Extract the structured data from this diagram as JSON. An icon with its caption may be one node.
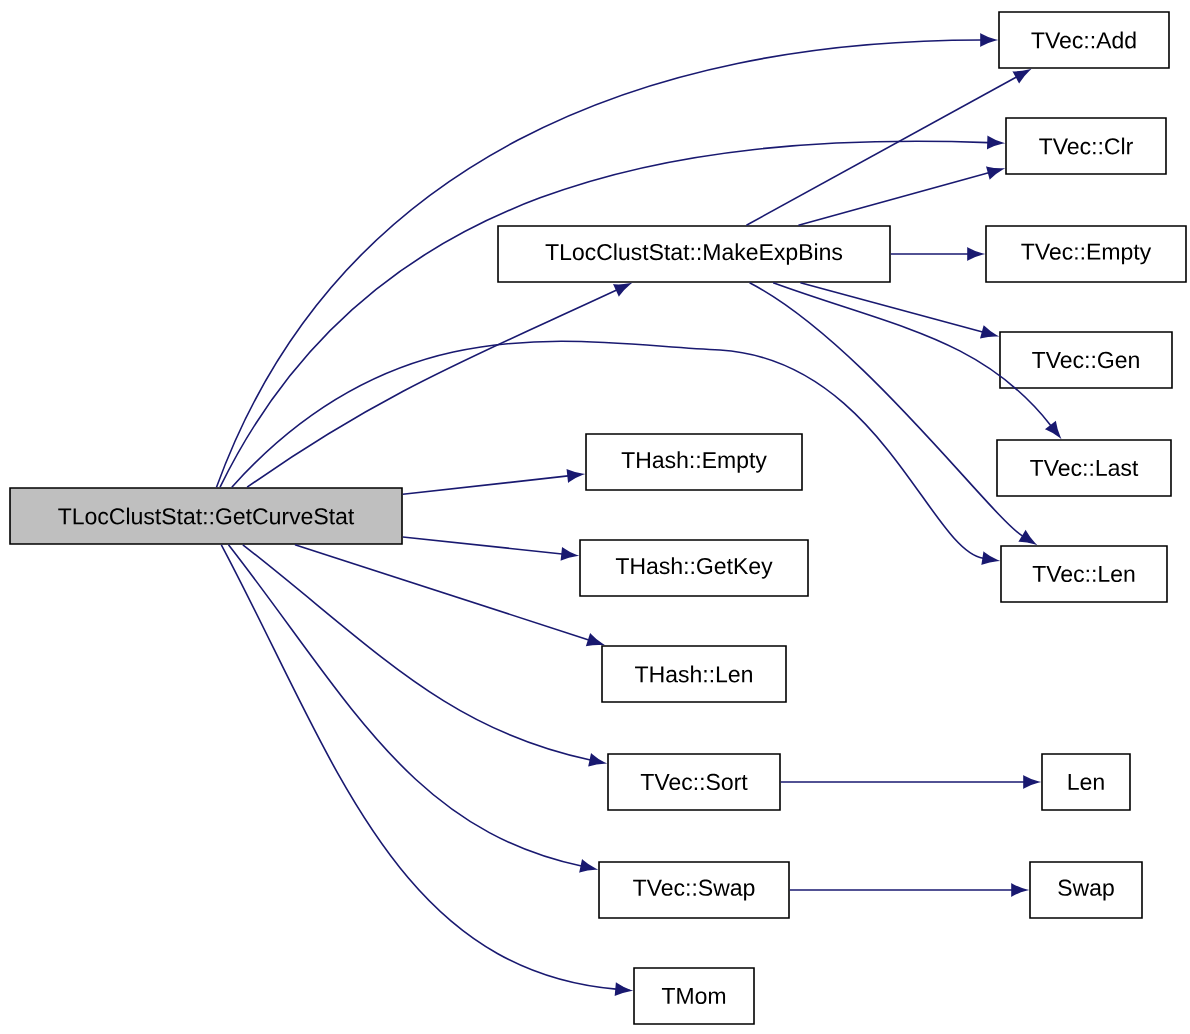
{
  "diagram": {
    "nodes": [
      {
        "text": [
          "TLocClustStat::GetCurveStat"
        ]
      },
      {
        "text": [
          "TLocClustStat::MakeExpBins"
        ]
      },
      {
        "text": [
          "TVec::Add"
        ]
      },
      {
        "text": [
          "TVec::Clr"
        ]
      },
      {
        "text": [
          "TVec::Empty"
        ]
      },
      {
        "text": [
          "TVec::Gen"
        ]
      },
      {
        "text": [
          "TVec::Last"
        ]
      },
      {
        "text": [
          "TVec::Len"
        ]
      },
      {
        "text": [
          "THash::Empty"
        ]
      },
      {
        "text": [
          "THash::GetKey"
        ]
      },
      {
        "text": [
          "THash::Len"
        ]
      },
      {
        "text": [
          "TVec::Sort"
        ]
      },
      {
        "text": [
          "Len"
        ]
      },
      {
        "text": [
          "TVec::Swap"
        ]
      },
      {
        "text": [
          "Swap"
        ]
      },
      {
        "text": [
          "TMom"
        ]
      }
    ],
    "edges": [
      {
        "from": 0,
        "to": 2,
        "arrow": "to"
      },
      {
        "from": 0,
        "to": 3,
        "arrow": "to"
      },
      {
        "from": 0,
        "to": 1,
        "arrow": "to"
      },
      {
        "from": 0,
        "to": 7,
        "arrow": "to"
      },
      {
        "from": 0,
        "to": 8,
        "arrow": "to"
      },
      {
        "from": 0,
        "to": 9,
        "arrow": "to"
      },
      {
        "from": 0,
        "to": 10,
        "arrow": "to"
      },
      {
        "from": 0,
        "to": 11,
        "arrow": "to"
      },
      {
        "from": 0,
        "to": 13,
        "arrow": "to"
      },
      {
        "from": 0,
        "to": 15,
        "arrow": "to"
      },
      {
        "from": 1,
        "to": 2,
        "arrow": "to"
      },
      {
        "from": 1,
        "to": 3,
        "arrow": "to"
      },
      {
        "from": 1,
        "to": 4,
        "arrow": "to"
      },
      {
        "from": 1,
        "to": 5,
        "arrow": "to"
      },
      {
        "from": 1,
        "to": 6,
        "arrow": "to"
      },
      {
        "from": 1,
        "to": 7,
        "arrow": "to"
      },
      {
        "from": 11,
        "to": 12,
        "arrow": "to"
      },
      {
        "from": 13,
        "to": 14,
        "arrow": "to"
      }
    ]
  }
}
